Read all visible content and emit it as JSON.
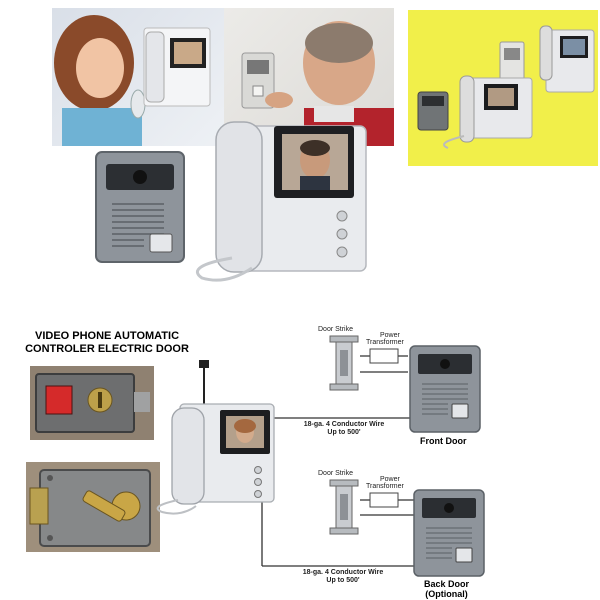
{
  "diagram": {
    "title_line1": "VIDEO PHONE AUTOMATIC",
    "title_line2": "CONTROLER ELECTRIC DOOR",
    "door_strike_label": "Door Strike",
    "power_transformer_label_1": "Power",
    "power_transformer_label_2": "Transformer",
    "wire_label_line1": "18-ga. 4 Conductor Wire",
    "wire_label_line2": "Up to 500'",
    "front_door_label": "Front Door",
    "back_door_label": "Back Door",
    "back_door_optional": "(Optional)"
  },
  "colors": {
    "yellow_panel": "#f1ef4a",
    "device_body": "#e9ebee",
    "door_station": "#8e949b"
  }
}
